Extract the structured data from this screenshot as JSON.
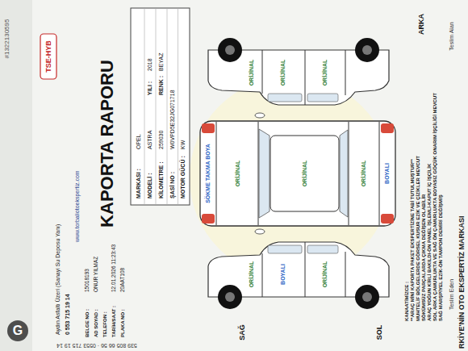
{
  "diagram": {
    "title": "KAPORTA RAPORU",
    "labels": [
      "#1322130595",
      "TSE-HYB",
      "Aydın Asfaltı Üzeri (Sanayi Su Deposu Yanı)",
      "0 553 715 19 14",
      "www.torbaliotoekspertiz.com",
      "BELGE NO :",
      "15018193",
      "AD SOYAD :",
      "ONUR YILMAZ",
      "TELEFON :",
      "TARİH/SAAT :",
      "12.01.2026 11:23:43",
      "PLAKA NO :",
      "20AAT108",
      "MARKASI :",
      "OPEL",
      "MODELİ :",
      "ASTRA",
      "YILI :",
      "2018",
      "KİLOMETRE :",
      "259030",
      "RENK :",
      "BEYAZ",
      "ŞASİ NO :",
      "W0VPD5E32JG071718",
      "MOTOR GÜCÜ :",
      "KW",
      "ORİJİNAL",
      "ORİJİNAL",
      "ORİJİNAL",
      "SÖKME TAKMA BOYA",
      "ORİJİNAL",
      "ORİJİNAL",
      "ORİJİNAL",
      "BOYALI",
      "ORİJİNAL",
      "BOYALI",
      "ORİJİNAL",
      "SAĞ",
      "SOL",
      "ARKA",
      "KANAATİMİZCE :",
      "**ARAÇ MİNİ KAPORTA PAKET EKSPERTİZİNE TABİ TUTULMUŞTUR**",
      "MUHTELİF BÖLGELERDE GÖRSEL KUSUR EZİK VE ÇİZİKLER MEVCUT",
      "SÖKÜMSÜZ PARÇALARDA ÇIKMA DEĞİŞEN OLABİLİR",
      "ARAÇ YOĞUN KİRLİ BAKILDI-ÖN PANEL İŞLEMLİ-KAPUT İÇ İŞÇİLİK",
      "SOL ARKA ÇAMURLUKTA VE SAĞ ÖN ÇAMURLUKTA BOYASIZ GÖÇÜK ONARIM İŞÇİLİĞİ MEVCUT",
      "SAĞ MARŞPİYEL EZİK-ÖN TAMPON DEMİRİ DEĞİŞMİŞ",
      "Teslim Eden",
      "Teslim Alan",
      "RKİYE'NİN OTO EKSPERTİZ MARKASI",
      "539 805 66 56 · 0553 715 19 14",
      "G"
    ]
  }
}
